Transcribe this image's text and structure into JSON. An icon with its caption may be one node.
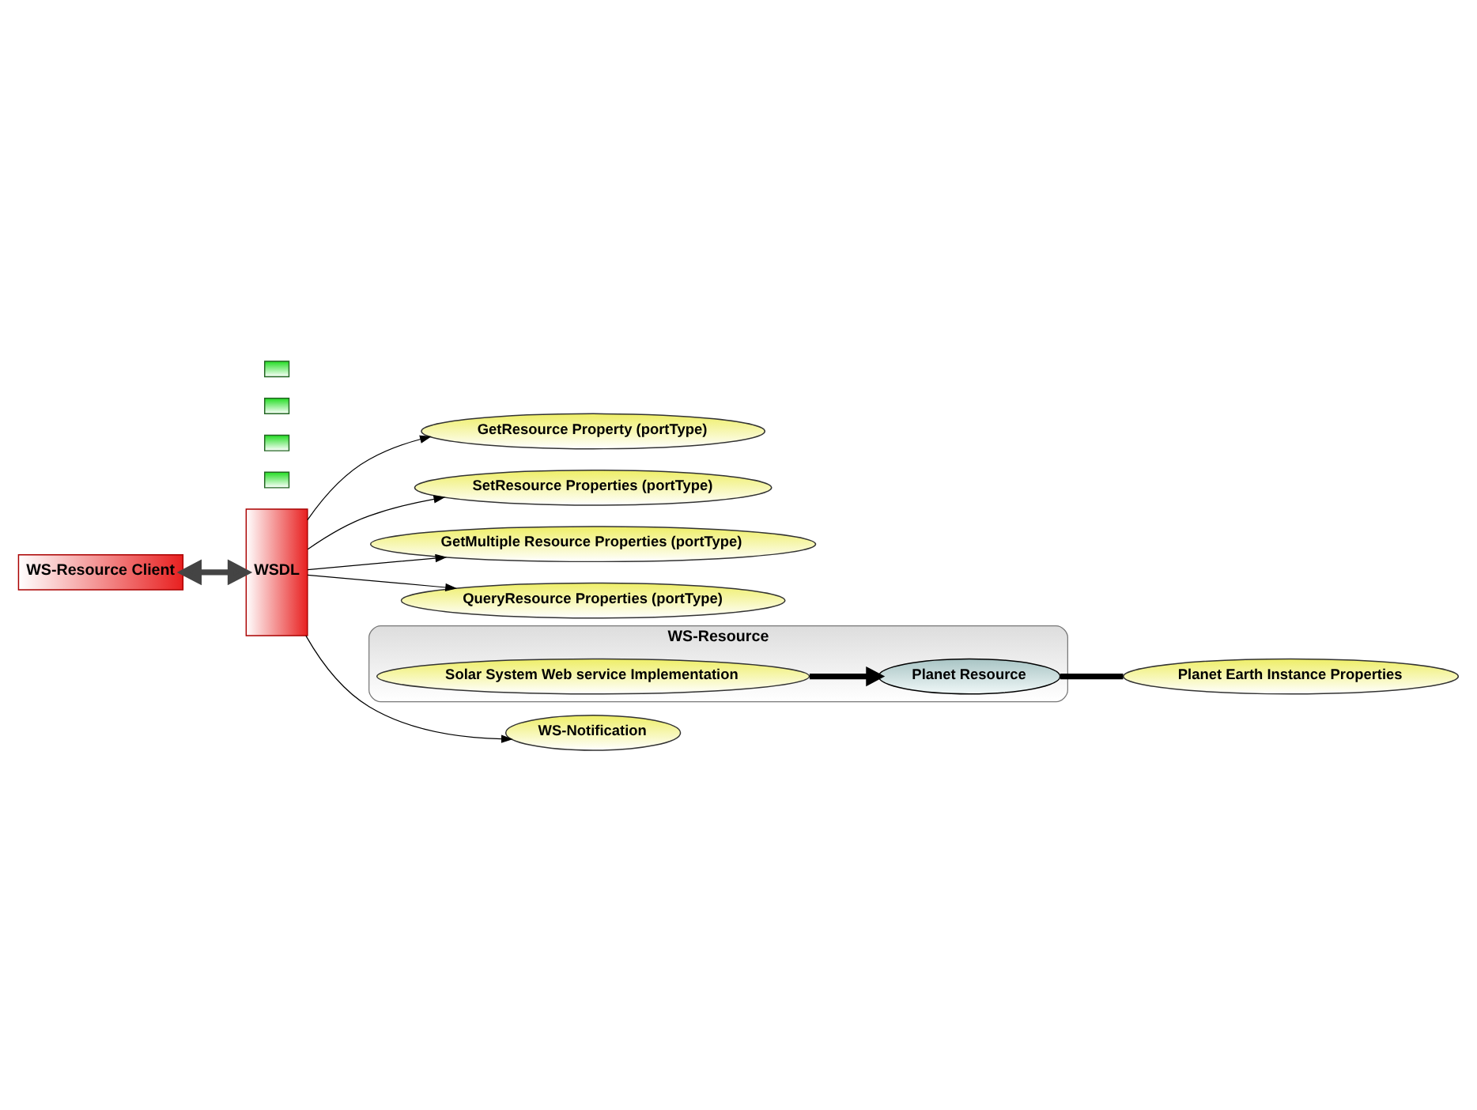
{
  "diagram": {
    "nodes": [
      {
        "text": [
          "WS-Resource Client"
        ]
      },
      {
        "text": [
          "WSDL"
        ]
      },
      {
        "text": [
          "GetResource Property (portType)"
        ]
      },
      {
        "text": [
          "SetResource Properties (portType)"
        ]
      },
      {
        "text": [
          "GetMultiple Resource Properties (portType)"
        ]
      },
      {
        "text": [
          "QueryResource Properties (portType)"
        ]
      },
      {
        "text": [
          "WS-Resource"
        ]
      },
      {
        "text": [
          "Solar System Web service Implementation"
        ],
        "in": 6
      },
      {
        "text": [
          "Planet Resource"
        ],
        "in": 6
      },
      {
        "text": [
          "Planet Earth Instance Properties"
        ]
      },
      {
        "text": [
          "WS-Notification"
        ]
      },
      {
        "text": [],
        "shape": "box"
      },
      {
        "text": [],
        "shape": "box"
      },
      {
        "text": [],
        "shape": "box"
      },
      {
        "text": [],
        "shape": "box"
      }
    ],
    "edges": [
      {
        "from": 0,
        "to": 1,
        "arrow": "both",
        "style": "thick"
      },
      {
        "from": 1,
        "to": 2,
        "arrow": "to"
      },
      {
        "from": 1,
        "to": 3,
        "arrow": "to"
      },
      {
        "from": 1,
        "to": 4,
        "arrow": "to"
      },
      {
        "from": 1,
        "to": 5,
        "arrow": "to"
      },
      {
        "from": 7,
        "to": 8,
        "arrow": "to",
        "style": "thick"
      },
      {
        "from": 8,
        "to": 9,
        "arrow": "none",
        "style": "thick"
      },
      {
        "from": 1,
        "to": 10,
        "arrow": "to"
      }
    ]
  }
}
